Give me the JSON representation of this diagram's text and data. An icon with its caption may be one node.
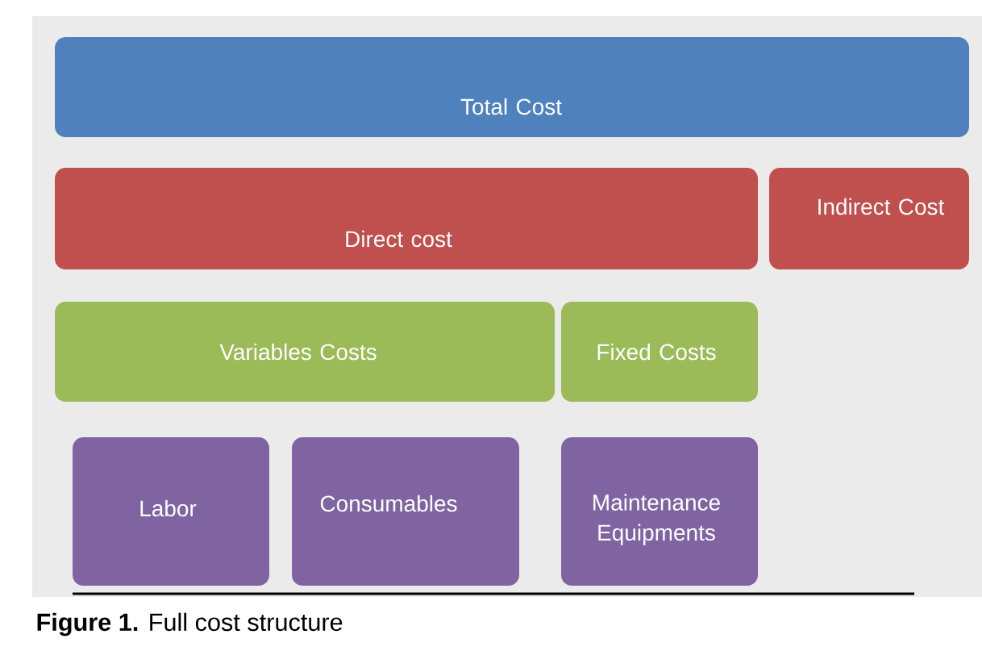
{
  "diagram": {
    "caption": "**Figure 1.** Full cost structure",
    "nodes": [
      {
        "text": [
          "Total Cost"
        ]
      },
      {
        "text": [
          "Direct cost"
        ]
      },
      {
        "text": [
          "Indirect Cost"
        ]
      },
      {
        "text": [
          "Variables Costs"
        ]
      },
      {
        "text": [
          "Fixed Costs"
        ]
      },
      {
        "text": [
          "Labor"
        ]
      },
      {
        "text": [
          "Consumables"
        ]
      },
      {
        "text": [
          "Maintenance Equipments"
        ]
      }
    ]
  }
}
